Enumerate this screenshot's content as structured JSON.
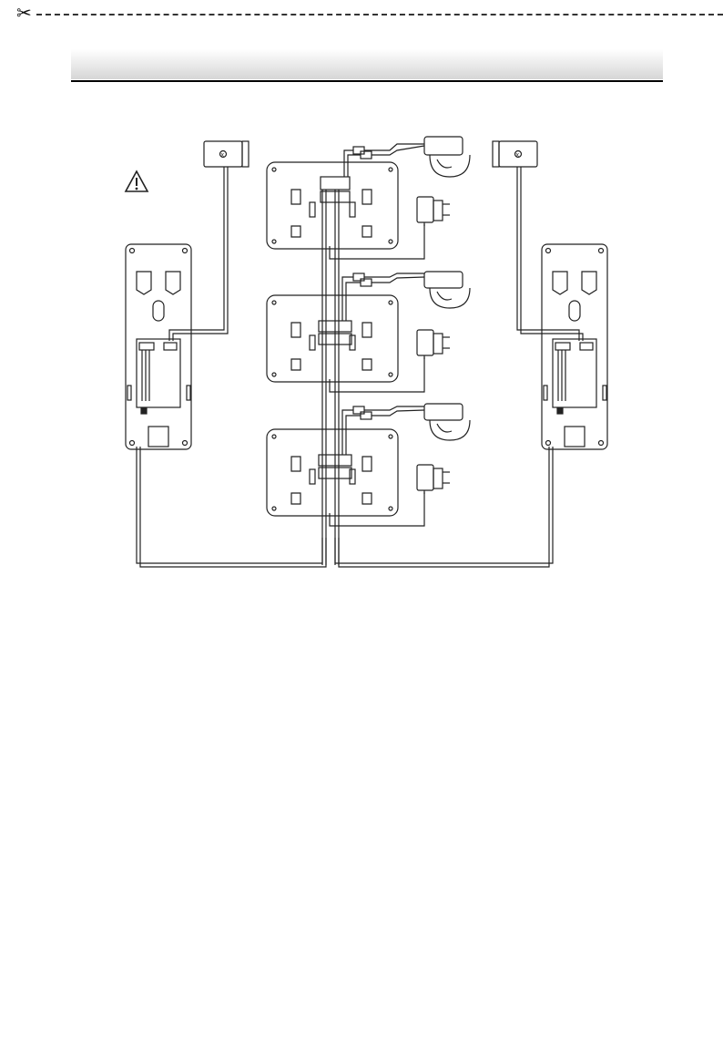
{
  "icons": {
    "scissors": "scissors-icon",
    "warning": "warning-icon",
    "lock": "door-lock-icon",
    "dome_camera": "dome-camera-icon",
    "power_adapter": "power-adapter-icon",
    "rca_connector": "rca-connector-icon"
  },
  "colors": {
    "line": "#222222",
    "panel_fill": "#ffffff",
    "header_gradient_end": "#d6d6d6"
  },
  "diagram": {
    "door_stations": 2,
    "indoor_monitors": 3,
    "cctv_cameras": 3,
    "power_adapters": 3,
    "door_locks": 2
  }
}
